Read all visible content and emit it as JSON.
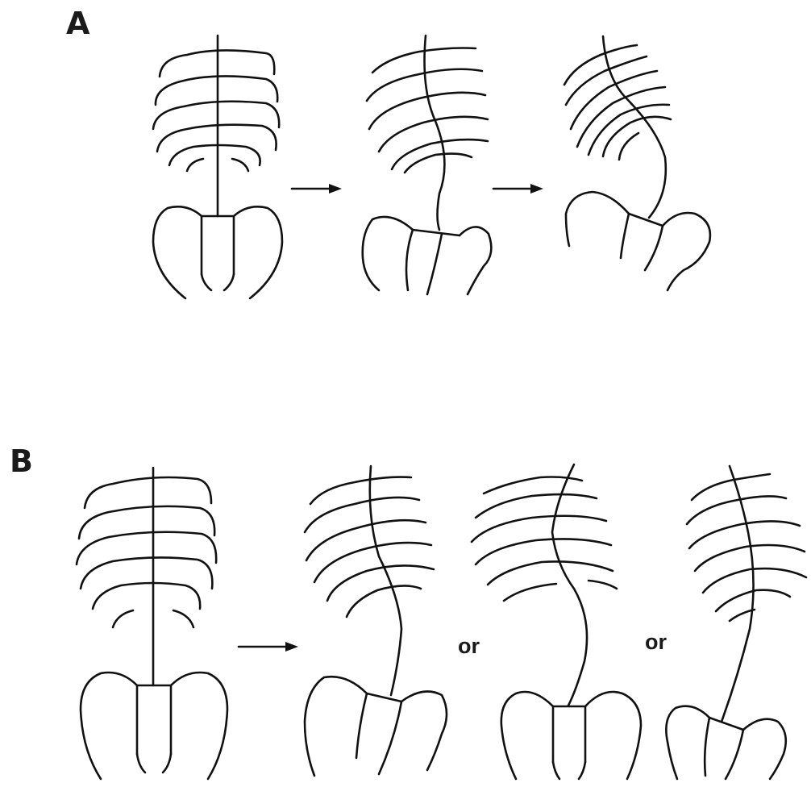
{
  "panels": [
    {
      "id": "A",
      "label": "A"
    },
    {
      "id": "B",
      "label": "B",
      "connectors": [
        "or",
        "or"
      ]
    }
  ],
  "colors": {
    "ink": "#111111",
    "background": "#ffffff"
  }
}
